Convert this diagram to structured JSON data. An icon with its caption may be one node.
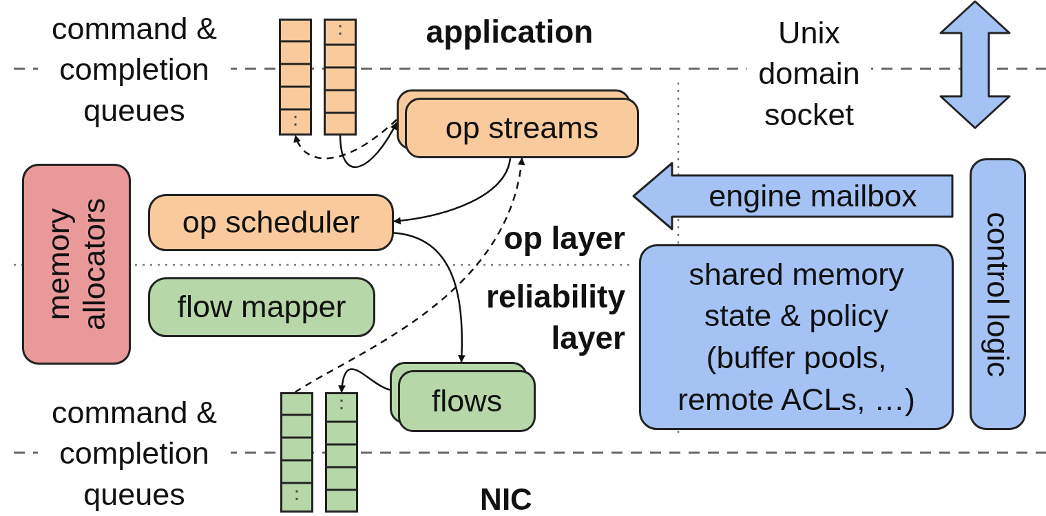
{
  "diagram": {
    "nodes": [
      {
        "text": [
          "memory allocators"
        ]
      },
      {
        "text": [
          "op streams"
        ]
      },
      {
        "text": [
          "op scheduler"
        ]
      },
      {
        "text": [
          "flow mapper"
        ]
      },
      {
        "text": [
          "flows"
        ]
      },
      {
        "text": [
          "engine mailbox"
        ]
      },
      {
        "text": [
          "shared memory state & policy (buffer pools, remote ACLs, …)"
        ]
      },
      {
        "text": [
          "control logic"
        ]
      },
      {
        "text": [],
        "shape": "bar"
      },
      {
        "text": [],
        "shape": "bar"
      },
      {
        "text": [],
        "shape": "bar"
      },
      {
        "text": [],
        "shape": "bar"
      }
    ],
    "edges": [
      {
        "from": 1,
        "to": 8,
        "arrow": "to",
        "style": "dashed"
      },
      {
        "from": 9,
        "to": 1,
        "arrow": "to"
      },
      {
        "from": 1,
        "to": 2,
        "arrow": "to"
      },
      {
        "from": 2,
        "to": 4,
        "arrow": "to"
      },
      {
        "from": 10,
        "to": 1,
        "arrow": "to",
        "style": "dashed"
      },
      {
        "from": 4,
        "to": 11,
        "arrow": "to"
      }
    ],
    "labels": [
      "command & completion queues",
      "application",
      "Unix domain socket",
      "op layer",
      "reliability layer",
      "command & completion queues",
      "NIC"
    ]
  }
}
